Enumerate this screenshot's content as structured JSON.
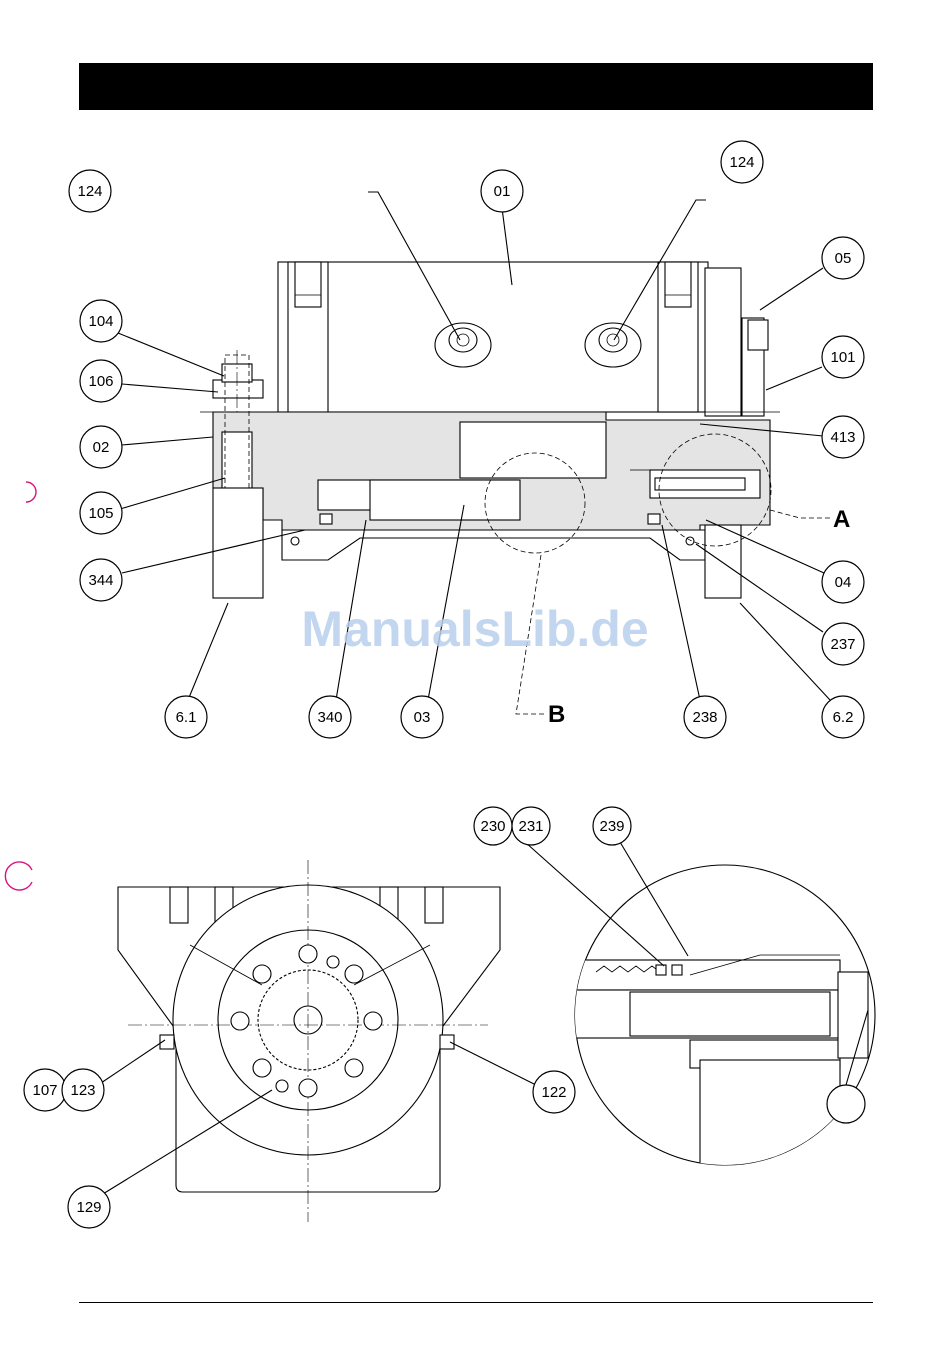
{
  "watermark": "ManualsLib.de",
  "detail_labels": {
    "a": "A",
    "b": "B"
  },
  "callouts_top": {
    "c124_left": "124",
    "c01": "01",
    "c124_right": "124",
    "c05": "05",
    "c104": "104",
    "c101": "101",
    "c106": "106",
    "c413": "413",
    "c02": "02",
    "c105": "105",
    "c04": "04",
    "c344": "344",
    "c237": "237",
    "c6_1": "6.1",
    "c340": "340",
    "c03": "03",
    "c238": "238",
    "c6_2": "6.2"
  },
  "callouts_bottom": {
    "c230": "230",
    "c231": "231",
    "c239": "239",
    "c107": "107",
    "c123": "123",
    "c122": "122",
    "c129": "129",
    "c_blank": ""
  }
}
